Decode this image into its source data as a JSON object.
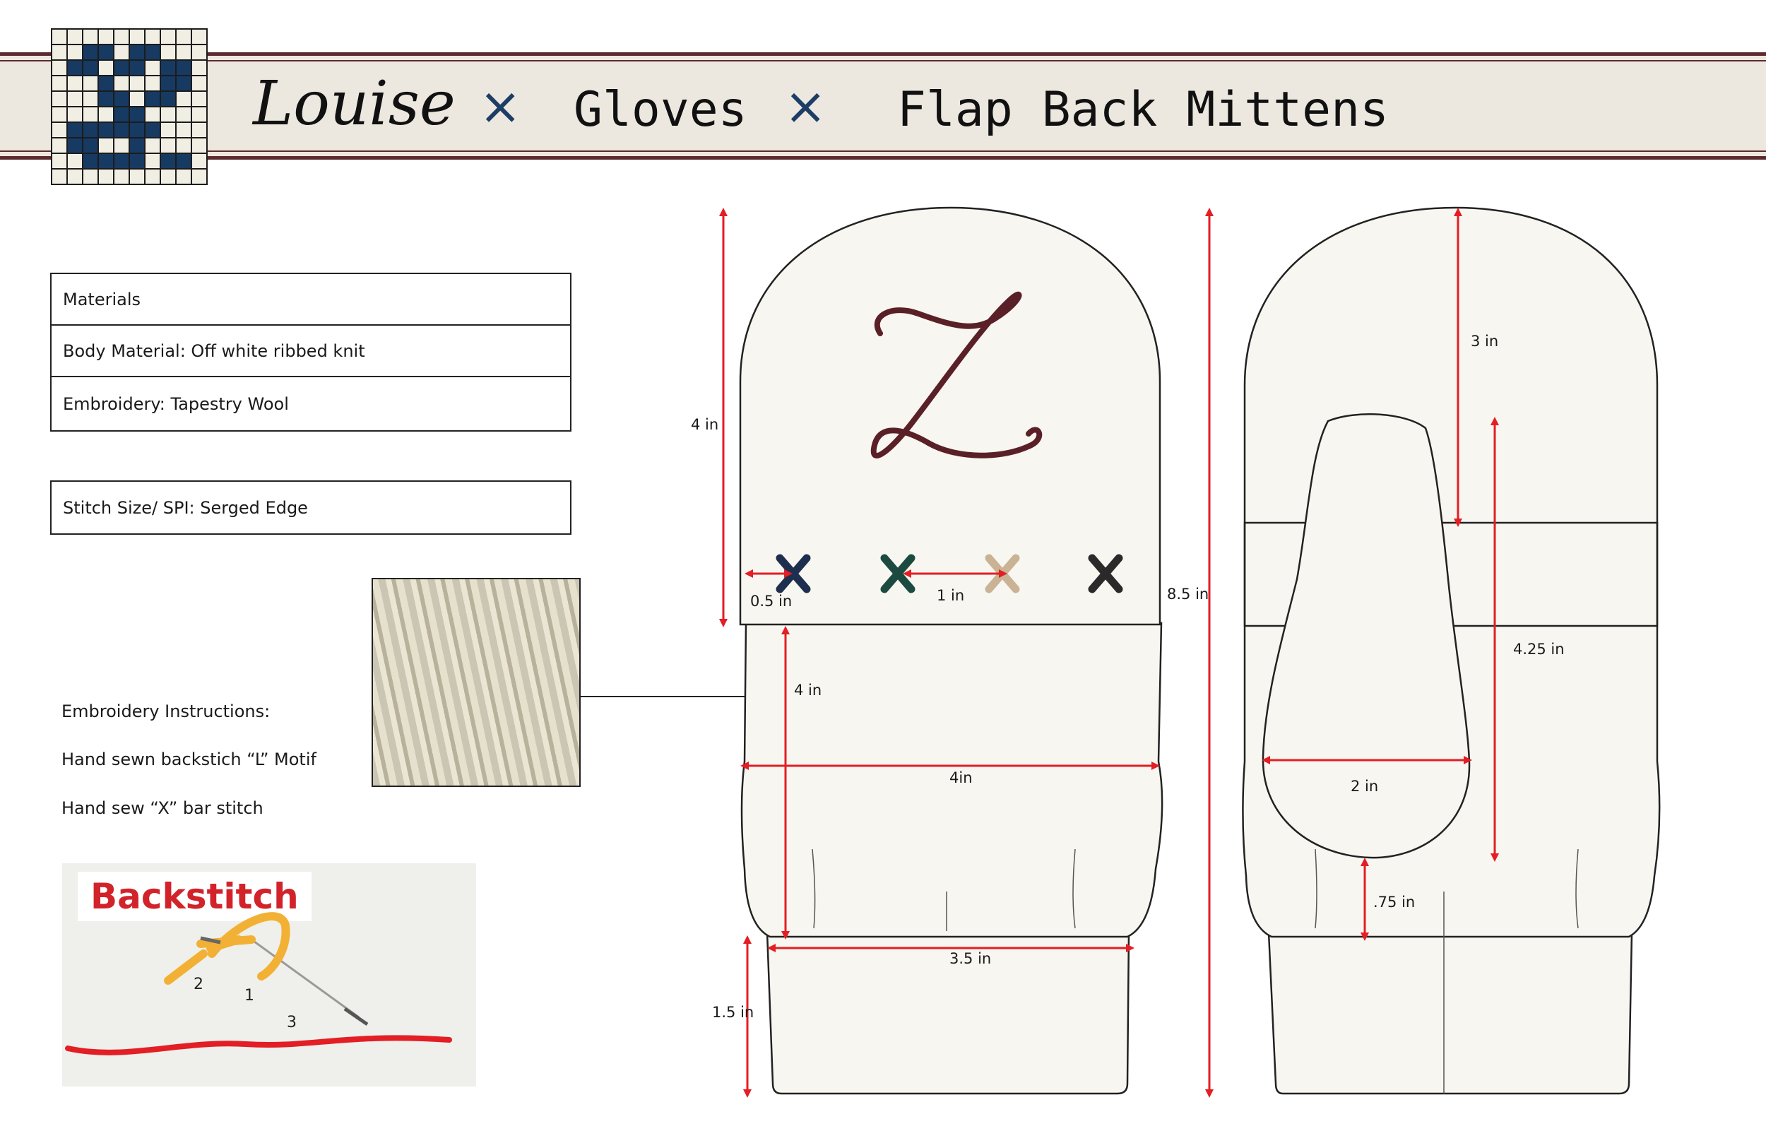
{
  "header": {
    "brand": "Louise",
    "category": "Gloves",
    "product": "Flap Back Mittens",
    "separator": "×"
  },
  "materials": {
    "heading": "Materials",
    "body_material": "Body Material: Off white ribbed knit",
    "embroidery": "Embroidery: Tapestry Wool"
  },
  "stitch": {
    "label": "Stitch Size/ SPI: Serged Edge"
  },
  "instructions": {
    "heading": "Embroidery Instructions:",
    "line1": "Hand sewn backstich “L” Motif",
    "line2": "Hand sew “X” bar stitch"
  },
  "backstitch": {
    "label": "Backstitch",
    "step1": "1",
    "step2": "2",
    "step3": "3"
  },
  "dimensions": {
    "top_height": "4 in",
    "x_margin": "0.5 in",
    "x_spacing": "1 in",
    "total_height": "8.5 in",
    "palm_height": "4 in",
    "palm_width": "4in",
    "cuff_width": "3.5 in",
    "cuff_height": "1.5 in",
    "back_top": "3 in",
    "thumb_height": "4.25 in",
    "thumb_width": "2 in",
    "thumb_gap": ".75 in"
  },
  "colors": {
    "banner_border": "#5c2a2e",
    "logo_blue": "#163a62",
    "dimension_red": "#e31e24",
    "monogram": "#5a2027",
    "mitten_fill": "#f8f6f0",
    "x_stitch_colors": [
      "#1e2e4e",
      "#1d4a40",
      "#c9b394",
      "#2a2a2a"
    ]
  }
}
